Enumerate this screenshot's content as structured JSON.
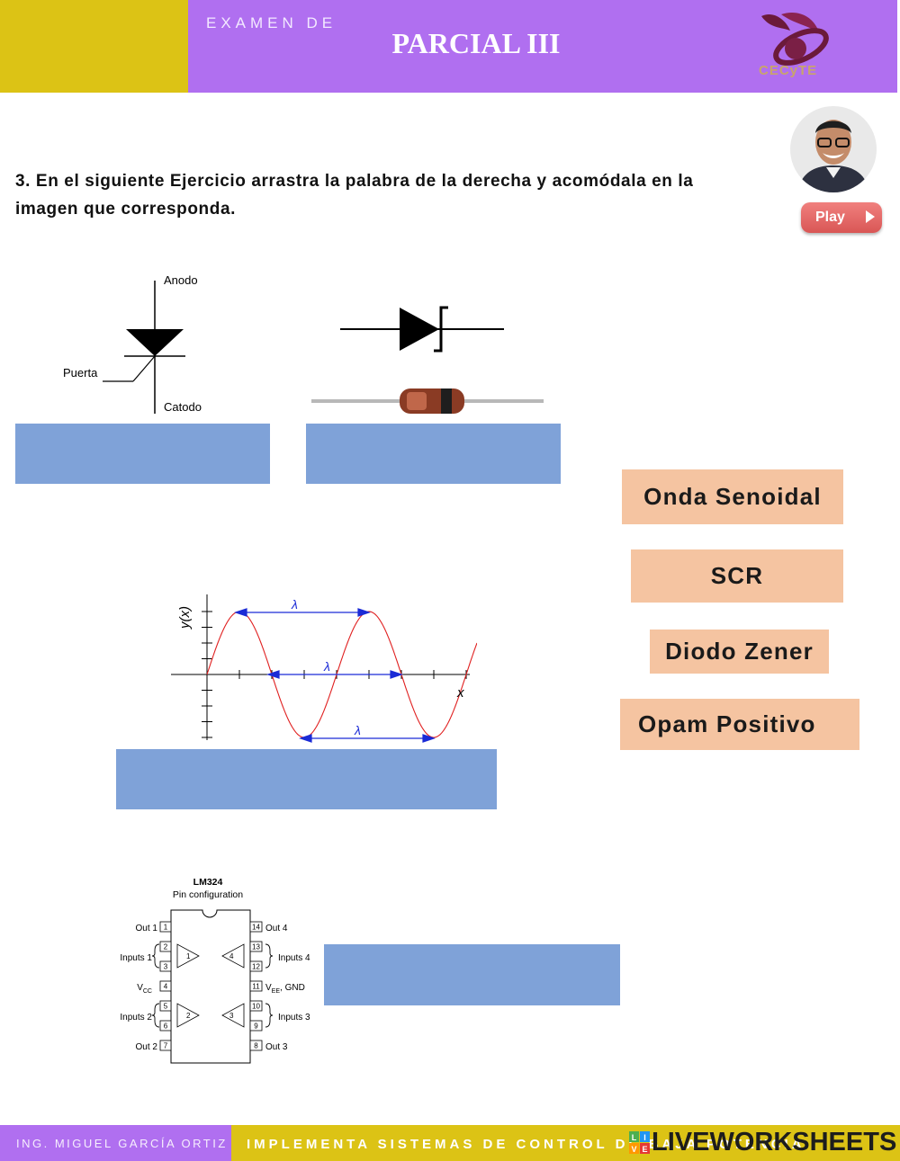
{
  "header": {
    "subtitle": "EXAMEN DE",
    "title": "PARCIAL III",
    "logo_text": "CECyTE"
  },
  "question": {
    "text": "3. En el siguiente Ejercicio arrastra la palabra de la derecha y acomódala en la imagen que corresponda."
  },
  "play_button": {
    "label": "Play"
  },
  "images": {
    "scr": {
      "anode": "Anodo",
      "gate": "Puerta",
      "cathode": "Catodo"
    },
    "sine": {
      "ylabel": "y(x)",
      "xlabel": "x",
      "lambda": "λ"
    },
    "lm324": {
      "title": "LM324",
      "subtitle": "Pin configuration",
      "left_labels": [
        "Out 1",
        "Inputs 1",
        "V",
        "Inputs 2",
        "Out 2"
      ],
      "vcc_sub": "CC",
      "right_labels": [
        "Out 4",
        "Inputs 4",
        "V",
        "Inputs 3",
        "Out 3"
      ],
      "vee_sub": "EE",
      "vee_suffix": ", GND",
      "left_pins": [
        "1",
        "2",
        "3",
        "4",
        "5",
        "6",
        "7"
      ],
      "right_pins": [
        "14",
        "13",
        "12",
        "11",
        "10",
        "9",
        "8"
      ],
      "amp_numbers": [
        "1",
        "2",
        "3",
        "4"
      ]
    }
  },
  "word_bank": [
    {
      "id": "onda",
      "label": "Onda Senoidal"
    },
    {
      "id": "scr",
      "label": "SCR"
    },
    {
      "id": "zener",
      "label": "Diodo Zener"
    },
    {
      "id": "opam",
      "label": "Opam Positivo"
    }
  ],
  "footer": {
    "author": "ING. MIGUEL GARCÍA ORTIZ",
    "course": "IMPLEMENTA SISTEMAS DE CONTROL DE BAJA POTENCIA",
    "brand": "LIVEWORKSHEETS",
    "brand_tiles": [
      "L",
      "I",
      "V",
      "E"
    ]
  },
  "colors": {
    "header_yellow": "#dcc315",
    "header_purple": "#b06ff0",
    "drop_zone": "#7fa2d8",
    "word_tile": "#f5c4a1",
    "play": "#e06463"
  }
}
